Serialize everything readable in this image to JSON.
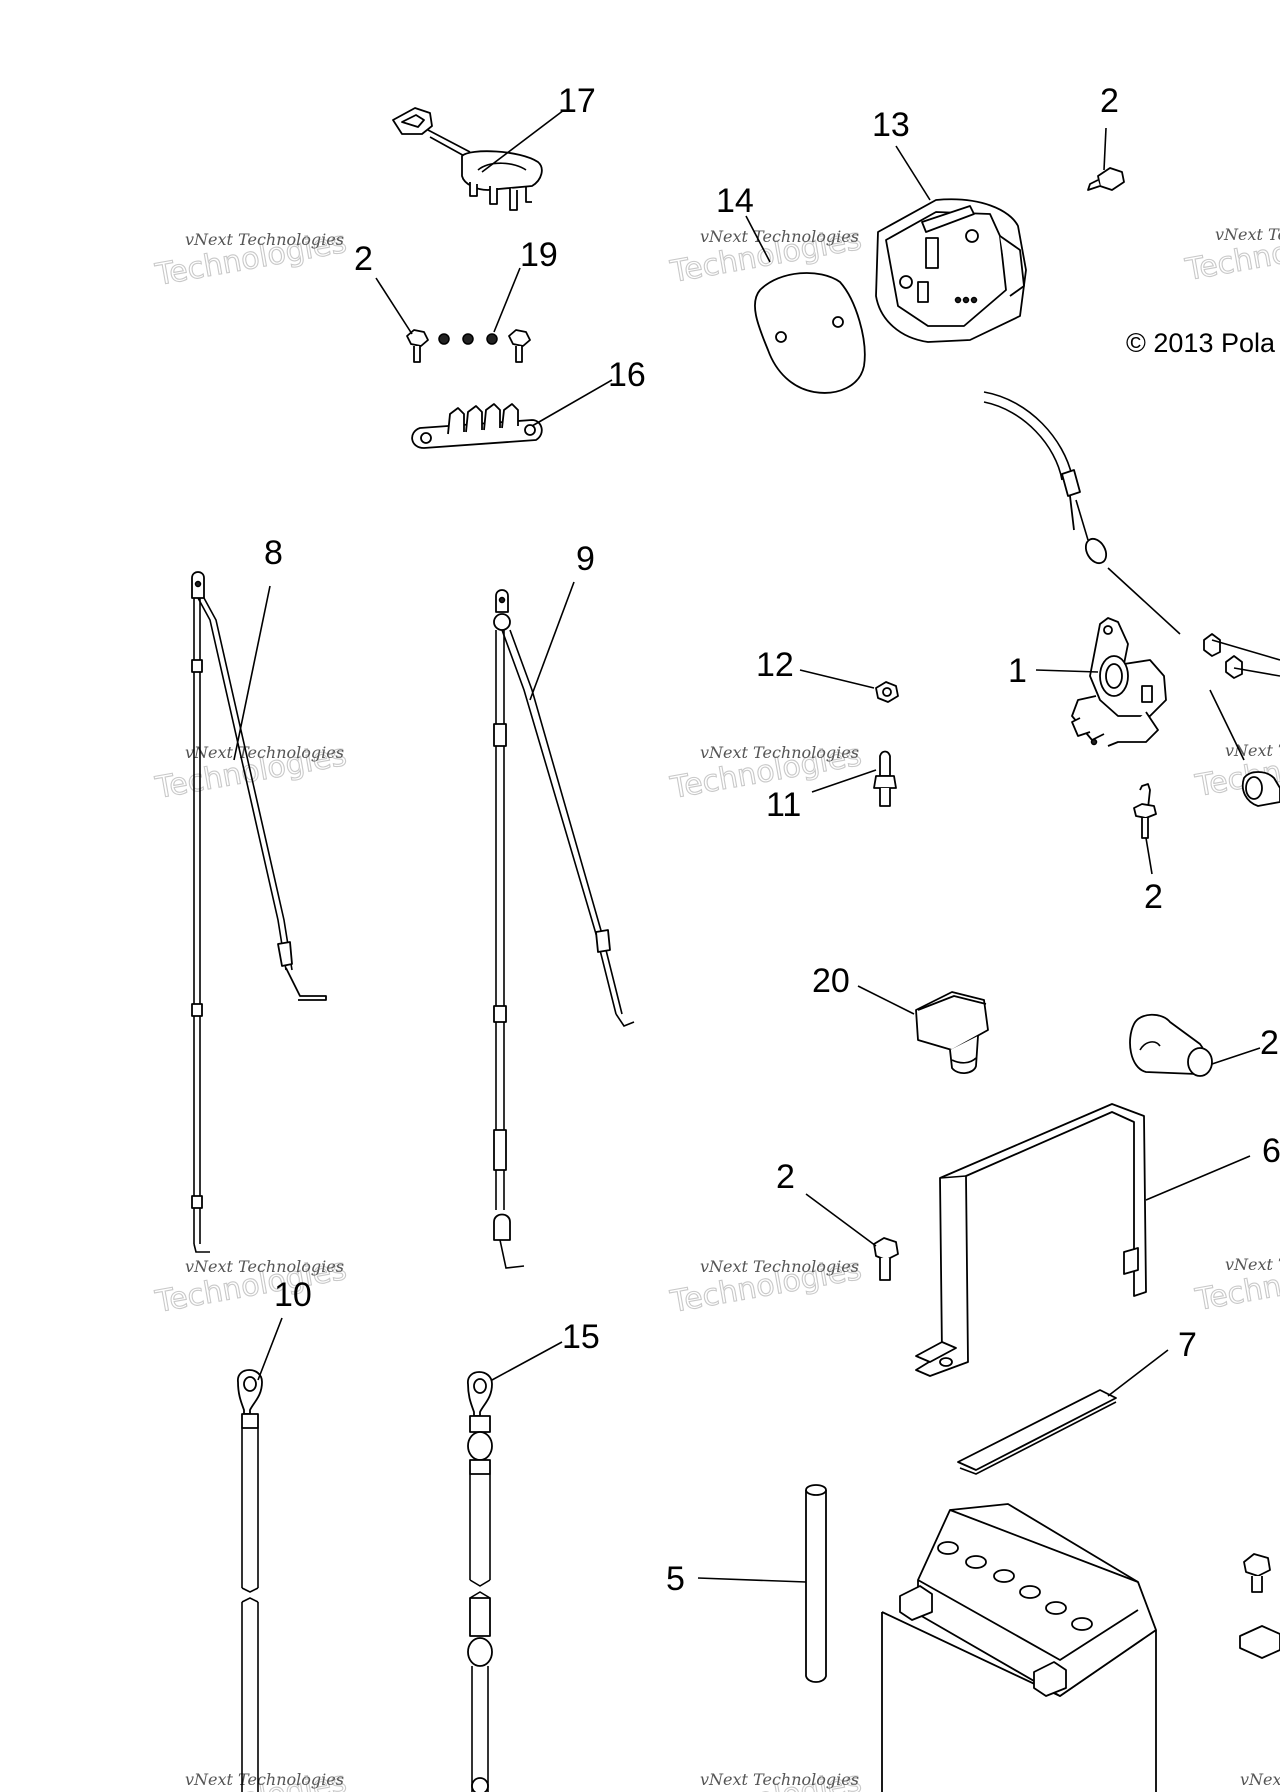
{
  "copyright": "© 2013 Pola",
  "watermark": {
    "line1": "vNext Technologies",
    "line2": "Technologies"
  },
  "callouts": {
    "c17": "17",
    "c13": "13",
    "c2a": "2",
    "c14": "14",
    "c2b": "2",
    "c19": "19",
    "c16": "16",
    "c8": "8",
    "c9": "9",
    "c12": "12",
    "c1": "1",
    "c11": "11",
    "c2c": "2",
    "c20": "20",
    "c21": "2",
    "c2d": "2",
    "c6": "6",
    "c10": "10",
    "c15": "15",
    "c7": "7",
    "c5": "5"
  }
}
